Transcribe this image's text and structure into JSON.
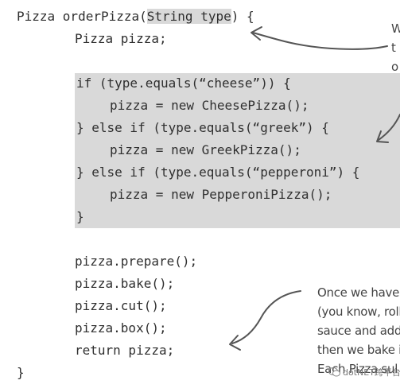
{
  "code": {
    "line1_pre": "Pizza orderPizza(",
    "line1_param": "String type",
    "line1_post": ") {",
    "line2": "Pizza pizza;",
    "line3": "if (type.equals(“cheese”)) {",
    "line4": "pizza = new CheesePizza();",
    "line5": "} else if (type.equals(“greek”) {",
    "line6": "pizza = new GreekPizza();",
    "line7": "} else if (type.equals(“pepperoni”) {",
    "line8": "pizza = new PepperoniPizza();",
    "line9": "}",
    "line10": "pizza.prepare();",
    "line11": "pizza.bake();",
    "line12": "pizza.cut();",
    "line13": "pizza.box();",
    "line14": "return pizza;",
    "line15": "}"
  },
  "notes": {
    "top_right": [
      "W",
      "t",
      "o"
    ],
    "bottom_right": [
      "Once we have a",
      "(you know, roll",
      "sauce and add",
      "then we bake i",
      "Each Pizza sul"
    ]
  },
  "watermark": {
    "text": "dotNET跨平台",
    "icon": "wechat-icon"
  },
  "colors": {
    "highlight": "#d9d9d9",
    "text": "#2f2f2f",
    "handwriting": "#444444"
  }
}
